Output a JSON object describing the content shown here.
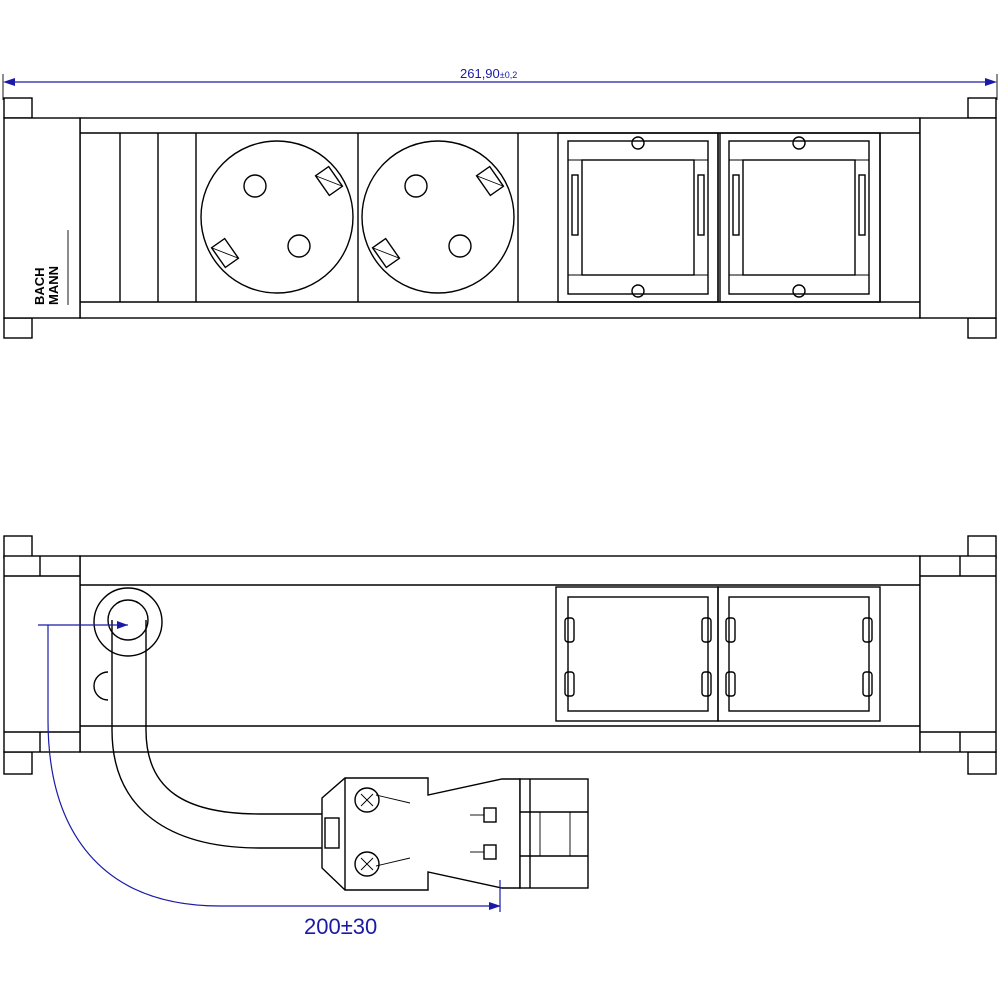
{
  "dimensions": {
    "overall_length": "261,90",
    "overall_tolerance": "±0,2",
    "cable_length": "200±30"
  },
  "logo": {
    "line1": "BACH",
    "line2": "MANN"
  },
  "colors": {
    "outline": "#000000",
    "dimension": "#1a1aa6",
    "background": "#ffffff"
  }
}
